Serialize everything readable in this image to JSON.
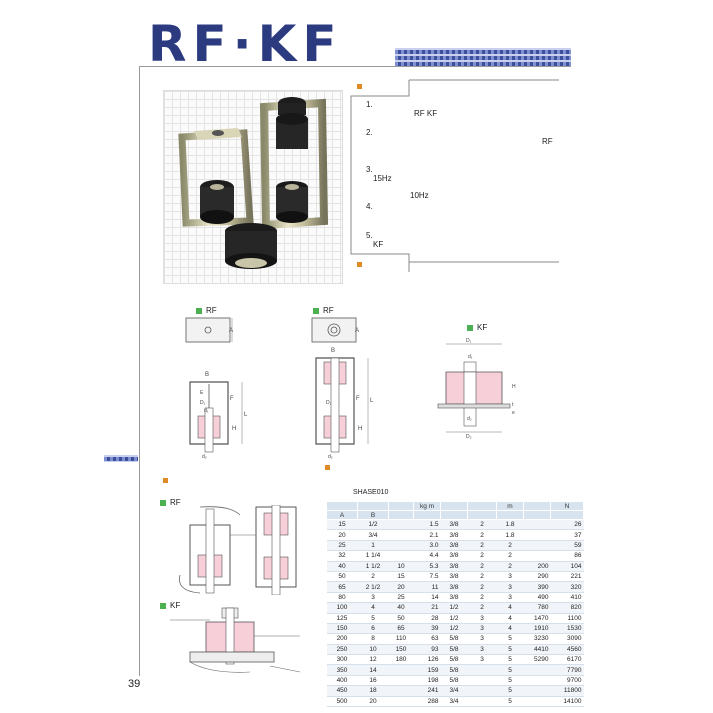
{
  "title": "RF·KF",
  "features": [
    {
      "num": "1.",
      "lines": [
        "",
        "RF KF"
      ]
    },
    {
      "num": "2.",
      "lines": [
        "",
        "RF"
      ]
    },
    {
      "num": "3.",
      "lines": [
        "15Hz",
        "10Hz"
      ]
    },
    {
      "num": "4.",
      "lines": [
        ""
      ]
    },
    {
      "num": "5.",
      "lines": [
        "KF"
      ]
    }
  ],
  "diagrams": {
    "rf1_label": "RF",
    "rf2_label": "RF",
    "kf_label": "KF",
    "dims": {
      "A": "A",
      "B": "B",
      "F": "F",
      "L": "L",
      "H": "H",
      "d1": "d₁",
      "d2": "d₂",
      "D1": "D₁",
      "D2": "D₂",
      "E": "E",
      "t": "t",
      "e": "e",
      "a": "a"
    }
  },
  "install": {
    "rf_label": "RF",
    "kf_label": "KF"
  },
  "table": {
    "caption": "SHASE010",
    "headers": [
      "A",
      "B",
      "",
      "kg m",
      "",
      "",
      "m",
      "",
      "N"
    ],
    "rows": [
      [
        "15",
        "1/2",
        "",
        "1.5",
        "3/8",
        "2",
        "1.8",
        "",
        "26"
      ],
      [
        "20",
        "3/4",
        "",
        "2.1",
        "3/8",
        "2",
        "1.8",
        "",
        "37"
      ],
      [
        "25",
        "1",
        "",
        "3.0",
        "3/8",
        "2",
        "2",
        "",
        "59"
      ],
      [
        "32",
        "1 1/4",
        "",
        "4.4",
        "3/8",
        "2",
        "2",
        "",
        "86"
      ],
      [
        "40",
        "1 1/2",
        "10",
        "5.3",
        "3/8",
        "2",
        "2",
        "200",
        "104"
      ],
      [
        "50",
        "2",
        "15",
        "7.5",
        "3/8",
        "2",
        "3",
        "290",
        "221"
      ],
      [
        "65",
        "2 1/2",
        "20",
        "11",
        "3/8",
        "2",
        "3",
        "390",
        "320"
      ],
      [
        "80",
        "3",
        "25",
        "14",
        "3/8",
        "2",
        "3",
        "490",
        "410"
      ],
      [
        "100",
        "4",
        "40",
        "21",
        "1/2",
        "2",
        "4",
        "780",
        "820"
      ],
      [
        "125",
        "5",
        "50",
        "28",
        "1/2",
        "3",
        "4",
        "1470",
        "1100"
      ],
      [
        "150",
        "6",
        "65",
        "39",
        "1/2",
        "3",
        "4",
        "1910",
        "1530"
      ],
      [
        "200",
        "8",
        "110",
        "63",
        "5/8",
        "3",
        "5",
        "3230",
        "3090"
      ],
      [
        "250",
        "10",
        "150",
        "93",
        "5/8",
        "3",
        "5",
        "4410",
        "4560"
      ],
      [
        "300",
        "12",
        "180",
        "126",
        "5/8",
        "3",
        "5",
        "5290",
        "6170"
      ],
      [
        "350",
        "14",
        "",
        "159",
        "5/8",
        "",
        "5",
        "",
        "7790"
      ],
      [
        "400",
        "16",
        "",
        "198",
        "5/8",
        "",
        "5",
        "",
        "9700"
      ],
      [
        "450",
        "18",
        "",
        "241",
        "3/4",
        "",
        "5",
        "",
        "11800"
      ],
      [
        "500",
        "20",
        "",
        "288",
        "3/4",
        "",
        "5",
        "",
        "14100"
      ]
    ]
  },
  "page_number": "39"
}
